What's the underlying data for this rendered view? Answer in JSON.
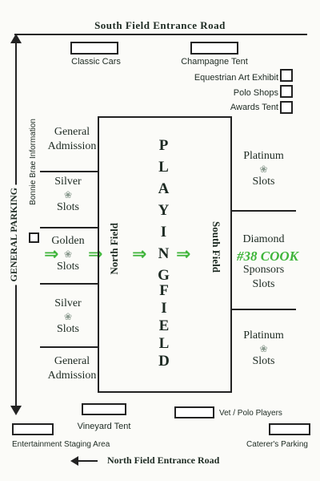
{
  "roads": {
    "south": "South Field Entrance Road",
    "north": "North Field Entrance Road",
    "parking": "GENERAL PARKING"
  },
  "top_areas": {
    "classic_cars": "Classic Cars",
    "champagne_tent": "Champagne Tent",
    "equestrian": "Equestrian Art Exhibit",
    "polo_shops": "Polo Shops",
    "awards_tent": "Awards Tent"
  },
  "left_areas": {
    "info": "Bonnie Brae Information",
    "general_admission_top": [
      "General",
      "Admission"
    ],
    "silver_top": [
      "Silver",
      "Slots"
    ],
    "golden": [
      "Golden",
      "Slots"
    ],
    "silver_bottom": [
      "Silver",
      "Slots"
    ],
    "general_admission_bottom": [
      "General",
      "Admission"
    ]
  },
  "field": {
    "playing": [
      "P",
      "L",
      "A",
      "Y",
      "I",
      "N",
      "G"
    ],
    "field": [
      "F",
      "I",
      "E",
      "L",
      "D"
    ],
    "north_label": "North Field",
    "south_label": "South Field"
  },
  "right_areas": {
    "platinum_top": [
      "Platinum",
      "Slots"
    ],
    "diamond": "Diamond",
    "sponsors": [
      "Sponsors",
      "Slots"
    ],
    "platinum_bottom": [
      "Platinum",
      "Slots"
    ],
    "highlight": "#38 COOK"
  },
  "bottom_areas": {
    "vineyard": "Vineyard Tent",
    "vet": "Vet / Polo Players",
    "staging": "Entertainment Staging Area",
    "caterer": "Caterer's Parking"
  },
  "icons": {
    "arrow": "arrow-right-icon",
    "slot_marker": "flower-icon"
  },
  "colors": {
    "highlight": "#3fb53b",
    "ink": "#1d2a22"
  }
}
